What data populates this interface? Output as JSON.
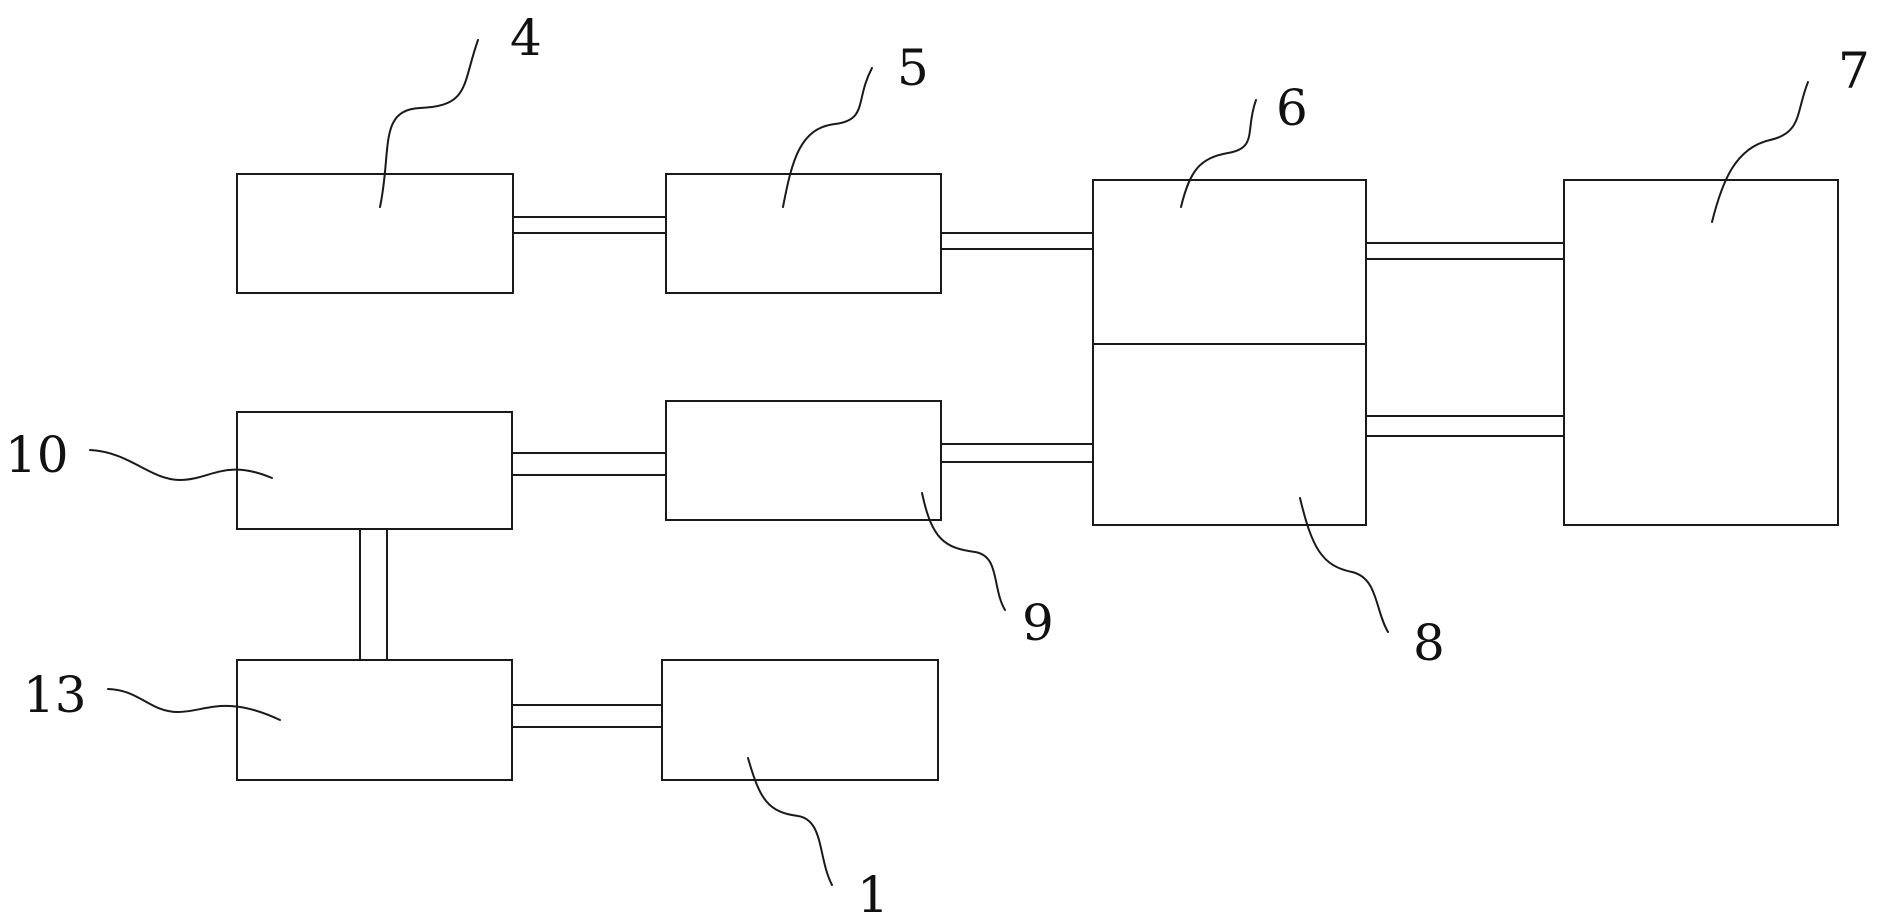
{
  "labels": {
    "block_1": "1",
    "block_4": "4",
    "block_5": "5",
    "block_6": "6",
    "block_7": "7",
    "block_8": "8",
    "block_9": "9",
    "block_10": "10",
    "block_13": "13"
  }
}
